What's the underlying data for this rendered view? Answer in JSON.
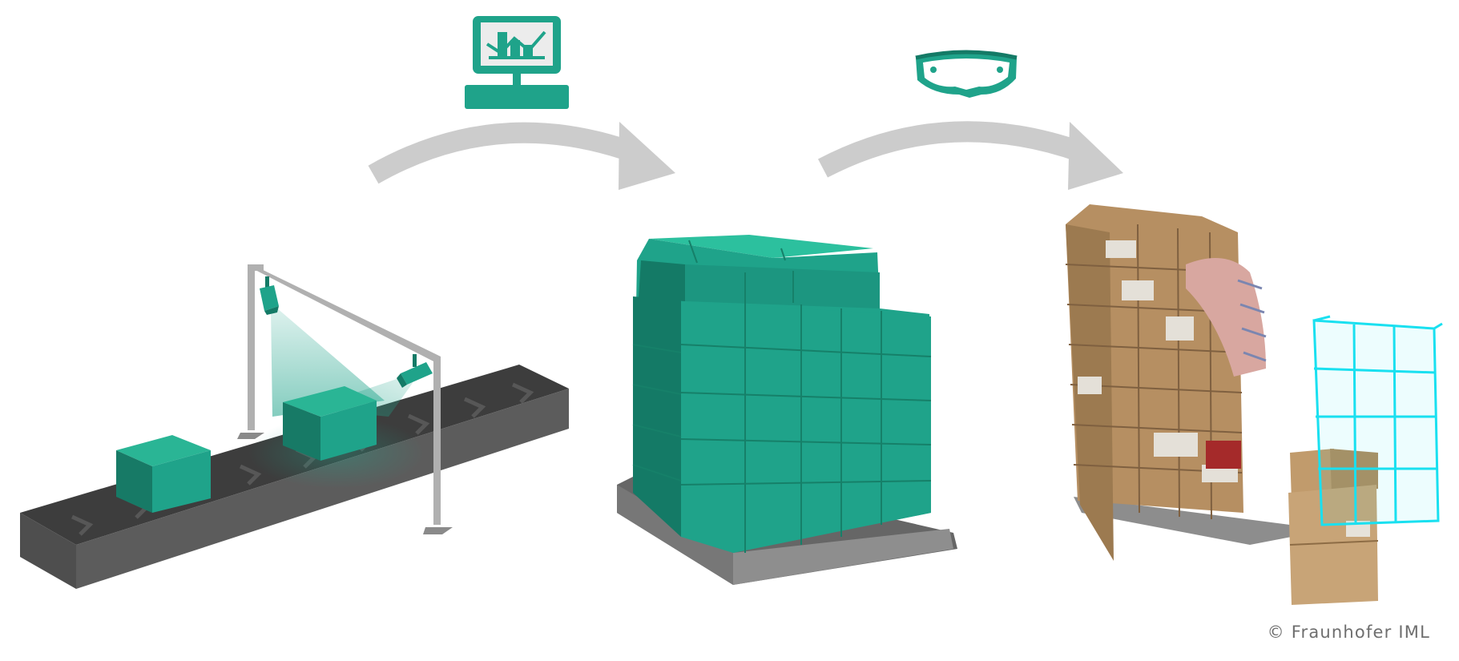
{
  "colors": {
    "accent": "#1fa38a",
    "accent_dark": "#147a66",
    "arrow_gray": "#cccccc",
    "conveyor_dark": "#4a4a4a",
    "ar_cyan": "#19e0f0",
    "cardboard": "#c09a6b"
  },
  "diagram": {
    "steps": [
      {
        "name": "conveyor-scanning",
        "icon": "conveyor-camera-icon"
      },
      {
        "name": "digital-pallet-plan",
        "icon": "pallet-stack-icon"
      },
      {
        "name": "ar-assisted-pallet",
        "icon": "cardboard-pallet-icon"
      }
    ],
    "transitions": [
      {
        "from": "conveyor-scanning",
        "to": "digital-pallet-plan",
        "icon": "computer-monitor-icon"
      },
      {
        "from": "digital-pallet-plan",
        "to": "ar-assisted-pallet",
        "icon": "ar-headset-icon"
      }
    ]
  },
  "footer": {
    "copyright": "© Fraunhofer IML"
  }
}
